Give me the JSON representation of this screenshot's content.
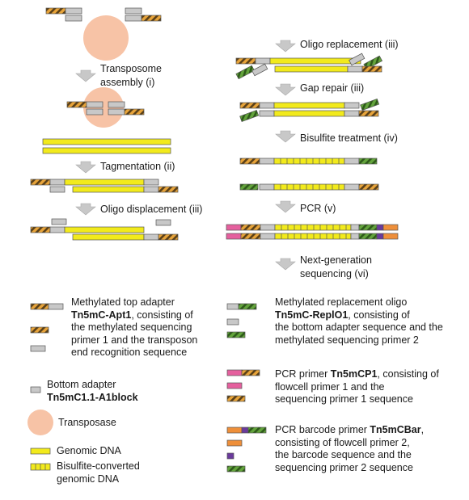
{
  "steps": {
    "assembly_a": "Transposome",
    "assembly_b": "assembly (i)",
    "tagmentation": "Tagmentation (ii)",
    "oligo_displacement": "Oligo displacement (iii)",
    "oligo_replacement": "Oligo replacement (iii)",
    "gap_repair": "Gap repair (iii)",
    "bisulfite": "Bisulfite treatment (iv)",
    "pcr": "PCR (v)",
    "ngs_a": "Next-generation",
    "ngs_b": "sequencing (vi)"
  },
  "legend": {
    "apt1_pre": "Methylated top adapter",
    "apt1_name": "Tn5mC-Apt1",
    "apt1_l2": ", consisting of",
    "apt1_l3": "the methylated sequencing",
    "apt1_l4": "primer 1 and the transposon",
    "apt1_l5": "end recognition sequence",
    "bottom_pre": "Bottom adapter",
    "bottom_name": "Tn5mC1.1-A1block",
    "transposase": "Transposase",
    "genomic": "Genomic DNA",
    "bisulfite_l1": "Bisulfite-converted",
    "bisulfite_l2": "genomic DNA",
    "replo1_pre": "Methylated replacement oligo",
    "replo1_name": "Tn5mC-ReplO1",
    "replo1_l2": ", consisting of",
    "replo1_l3": "the bottom adapter sequence and the",
    "replo1_l4": "methylated sequencing primer 2",
    "cp1_pre": "PCR primer ",
    "cp1_name": "Tn5mCP1",
    "cp1_l1b": ", consisting of",
    "cp1_l2": "flowcell primer 1 and the",
    "cp1_l3": "sequencing primer 1 sequence",
    "bar_pre": "PCR barcode primer ",
    "bar_name": "Tn5mCBar",
    "bar_l1b": ",",
    "bar_l2": "consisting of flowcell primer 2,",
    "bar_l3": "the barcode sequence and the",
    "bar_l4": "sequencing primer 2 sequence"
  },
  "colors": {
    "adapter_orange": "#e8a43a",
    "adapter_stripe": "#5a4018",
    "gray": "#c8c8c8",
    "green": "#63a43c",
    "green_stripe": "#2e5a1a",
    "yellow": "#f2ea1c",
    "transposase": "#f7c3a6",
    "pink": "#e5609e",
    "orange": "#ee8f3a",
    "purple": "#6a3a9c",
    "arrow": "#c8c8c8"
  }
}
